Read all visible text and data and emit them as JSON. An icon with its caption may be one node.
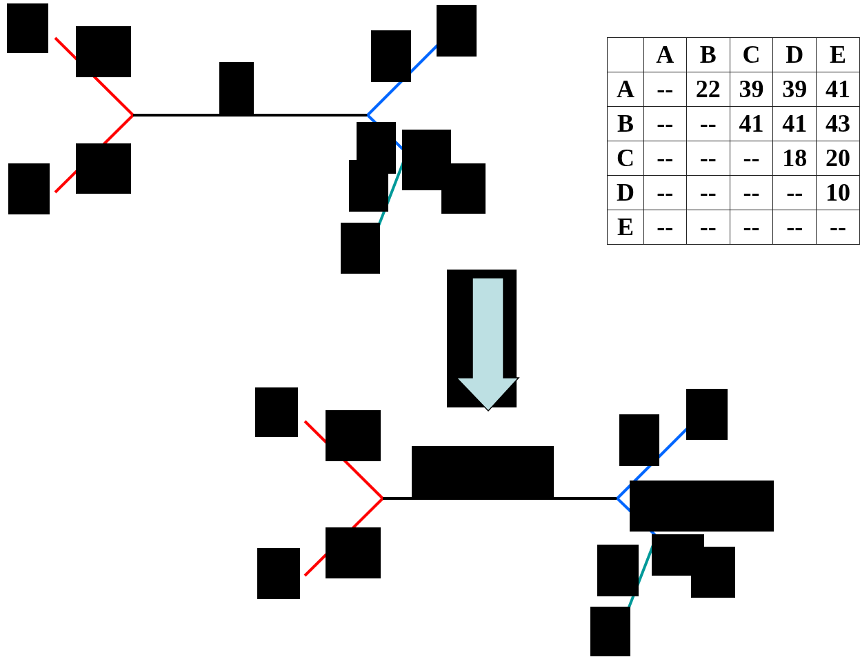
{
  "diagram": {
    "labels": [
      "A",
      "B",
      "C",
      "D",
      "E",
      "A",
      "--",
      "22",
      "39",
      "39",
      "41",
      "B",
      "--",
      "--",
      "41",
      "41",
      "43",
      "C",
      "--",
      "--",
      "--",
      "18",
      "20",
      "D",
      "--",
      "--",
      "--",
      "--",
      "10",
      "E",
      "--",
      "--",
      "--",
      "--",
      "--"
    ]
  }
}
